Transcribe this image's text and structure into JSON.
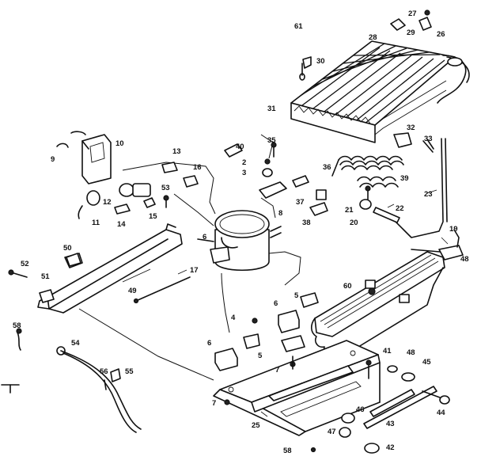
{
  "diagram": {
    "callouts": {
      "c2": "2",
      "c3": "3",
      "c4": "4",
      "c5a": "5",
      "c5b": "5",
      "c6a": "6",
      "c6b": "6",
      "c7a": "7",
      "c7b": "7",
      "c8": "8",
      "c9": "9",
      "c10": "10",
      "c11": "11",
      "c12": "12",
      "c13": "13",
      "c14": "14",
      "c15": "15",
      "c16": "16",
      "c17": "17",
      "c19": "19",
      "c20": "20",
      "c21": "21",
      "c22": "22",
      "c23": "23",
      "c25": "25",
      "c26": "26",
      "c27": "27",
      "c28": "28",
      "c29": "29",
      "c30": "30",
      "c31": "31",
      "c32": "32",
      "c33": "33",
      "c35": "35",
      "c36": "36",
      "c37": "37",
      "c38": "38",
      "c39": "39",
      "c40": "40",
      "c41": "41",
      "c42": "42",
      "c43": "43",
      "c44": "44",
      "c45": "45",
      "c46": "46",
      "c47": "47",
      "c48a": "48",
      "c48b": "48",
      "c49": "49",
      "c50": "50",
      "c51": "51",
      "c52": "52",
      "c53": "53",
      "c54": "54",
      "c55": "55",
      "c56": "56",
      "c58a": "58",
      "c58b": "58",
      "c60": "60",
      "c61": "61"
    }
  }
}
